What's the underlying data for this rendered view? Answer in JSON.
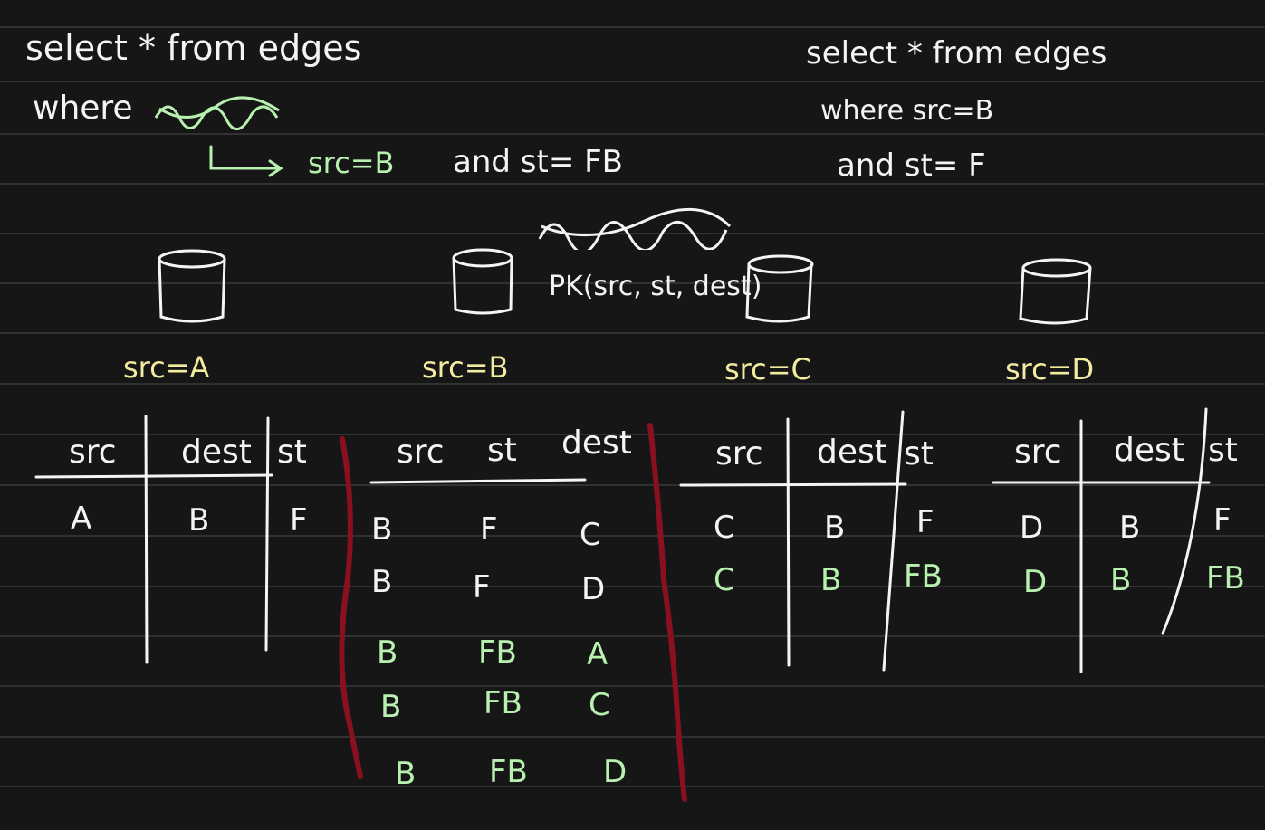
{
  "colors": {
    "background": "#161616",
    "ruled_line": "#3a3a3a",
    "ink_white": "#f4f4f4",
    "ink_green": "#b8f0b0",
    "ink_yellow": "#f3eca0",
    "ink_red": "#8a1020"
  },
  "query_left": {
    "line1": "select * from edges",
    "where": "where",
    "cond_arrow": "→",
    "cond_green": "src=B",
    "cond_white": "and st= FB"
  },
  "query_right": {
    "line1": "select * from edges",
    "line2": "where src=B",
    "line3": "and st= F"
  },
  "primary_key_note": "PK(src, st, dest)",
  "partitions": [
    {
      "label": "src=A",
      "headers": [
        "src",
        "dest",
        "st"
      ],
      "rows": [
        {
          "cells": [
            "A",
            "B",
            "F"
          ],
          "ink": "white"
        }
      ]
    },
    {
      "label": "src=B",
      "headers": [
        "src",
        "st",
        "dest"
      ],
      "rows": [
        {
          "cells": [
            "B",
            "F",
            "C"
          ],
          "ink": "white"
        },
        {
          "cells": [
            "B",
            "F",
            "D"
          ],
          "ink": "white"
        },
        {
          "cells": [
            "B",
            "FB",
            "A"
          ],
          "ink": "green"
        },
        {
          "cells": [
            "B",
            "FB",
            "C"
          ],
          "ink": "green"
        },
        {
          "cells": [
            "B",
            "FB",
            "D"
          ],
          "ink": "green"
        }
      ]
    },
    {
      "label": "src=C",
      "headers": [
        "src",
        "dest",
        "st"
      ],
      "rows": [
        {
          "cells": [
            "C",
            "B",
            "F"
          ],
          "ink": "white"
        },
        {
          "cells": [
            "C",
            "B",
            "FB"
          ],
          "ink": "green"
        }
      ]
    },
    {
      "label": "src=D",
      "headers": [
        "src",
        "dest",
        "st"
      ],
      "rows": [
        {
          "cells": [
            "D",
            "B",
            "F"
          ],
          "ink": "white"
        },
        {
          "cells": [
            "D",
            "B",
            "FB"
          ],
          "ink": "green"
        }
      ]
    }
  ]
}
